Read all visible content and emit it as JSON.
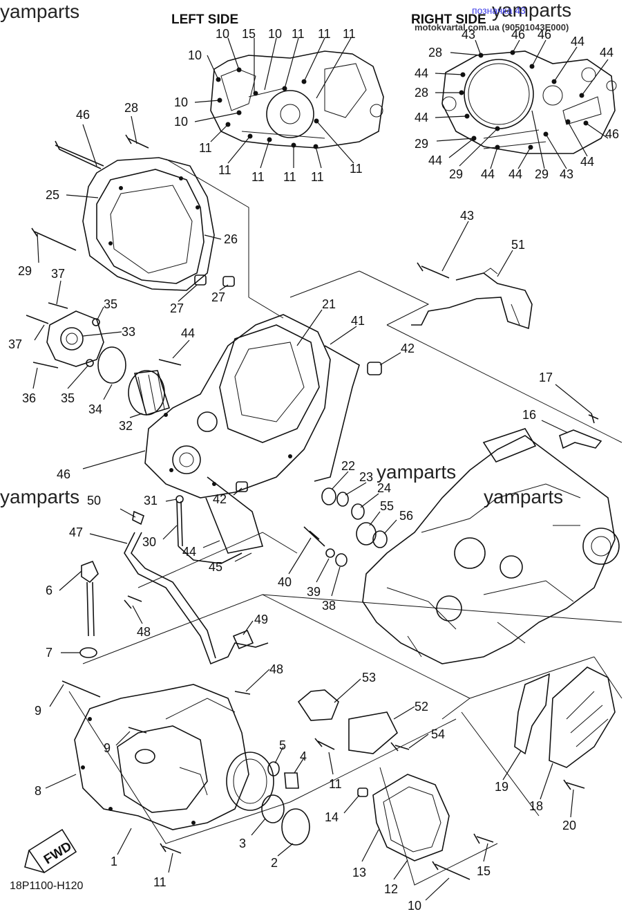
{
  "header": {
    "left_side": "LEFT SIDE",
    "right_side": "RIGHT SIDE",
    "link_text": "позначка 43",
    "site": "motokvartal.com.ua (90501043E000)"
  },
  "watermarks": [
    "yamparts",
    "yamparts",
    "yamparts",
    "yamparts",
    "yamparts"
  ],
  "drawing_code": "18P1100-H120",
  "fwd_badge": "FWD",
  "left_side_callouts": [
    "10",
    "15",
    "10",
    "11",
    "11",
    "11",
    "10",
    "10",
    "10",
    "11",
    "11",
    "11",
    "11",
    "11",
    "11"
  ],
  "right_side_callouts": [
    "43",
    "46",
    "46",
    "44",
    "28",
    "44",
    "44",
    "28",
    "44",
    "29",
    "44",
    "29",
    "44",
    "44",
    "29",
    "43",
    "44",
    "46"
  ],
  "main_callouts": [
    "46",
    "28",
    "25",
    "26",
    "29",
    "27",
    "27",
    "37",
    "35",
    "33",
    "37",
    "34",
    "35",
    "36",
    "32",
    "44",
    "21",
    "41",
    "42",
    "43",
    "51",
    "17",
    "16",
    "46",
    "22",
    "23",
    "24",
    "31",
    "55",
    "56",
    "42",
    "50",
    "47",
    "30",
    "44",
    "45",
    "40",
    "39",
    "38",
    "6",
    "48",
    "49",
    "7",
    "48",
    "53",
    "52",
    "9",
    "54",
    "9",
    "5",
    "4",
    "11",
    "8",
    "19",
    "18",
    "20",
    "14",
    "3",
    "2",
    "13",
    "15",
    "1",
    "11",
    "12",
    "10"
  ]
}
